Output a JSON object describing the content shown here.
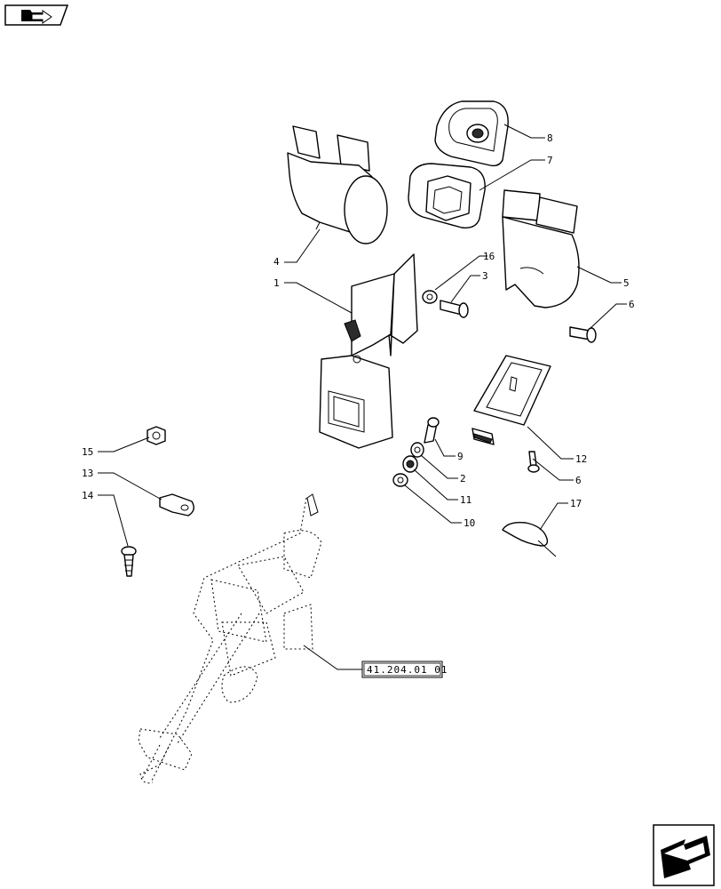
{
  "header_icon": "folder-arrow-icon",
  "footer_icon": "next-page-arrow-icon",
  "reference_label": "41.204.01 01",
  "callouts": {
    "c1": "1",
    "c2": "2",
    "c3": "3",
    "c4": "4",
    "c5": "5",
    "c6a": "6",
    "c6b": "6",
    "c7": "7",
    "c8": "8",
    "c9": "9",
    "c10": "10",
    "c11": "11",
    "c12": "12",
    "c13": "13",
    "c14": "14",
    "c15": "15",
    "c16": "16",
    "c17": "17"
  }
}
